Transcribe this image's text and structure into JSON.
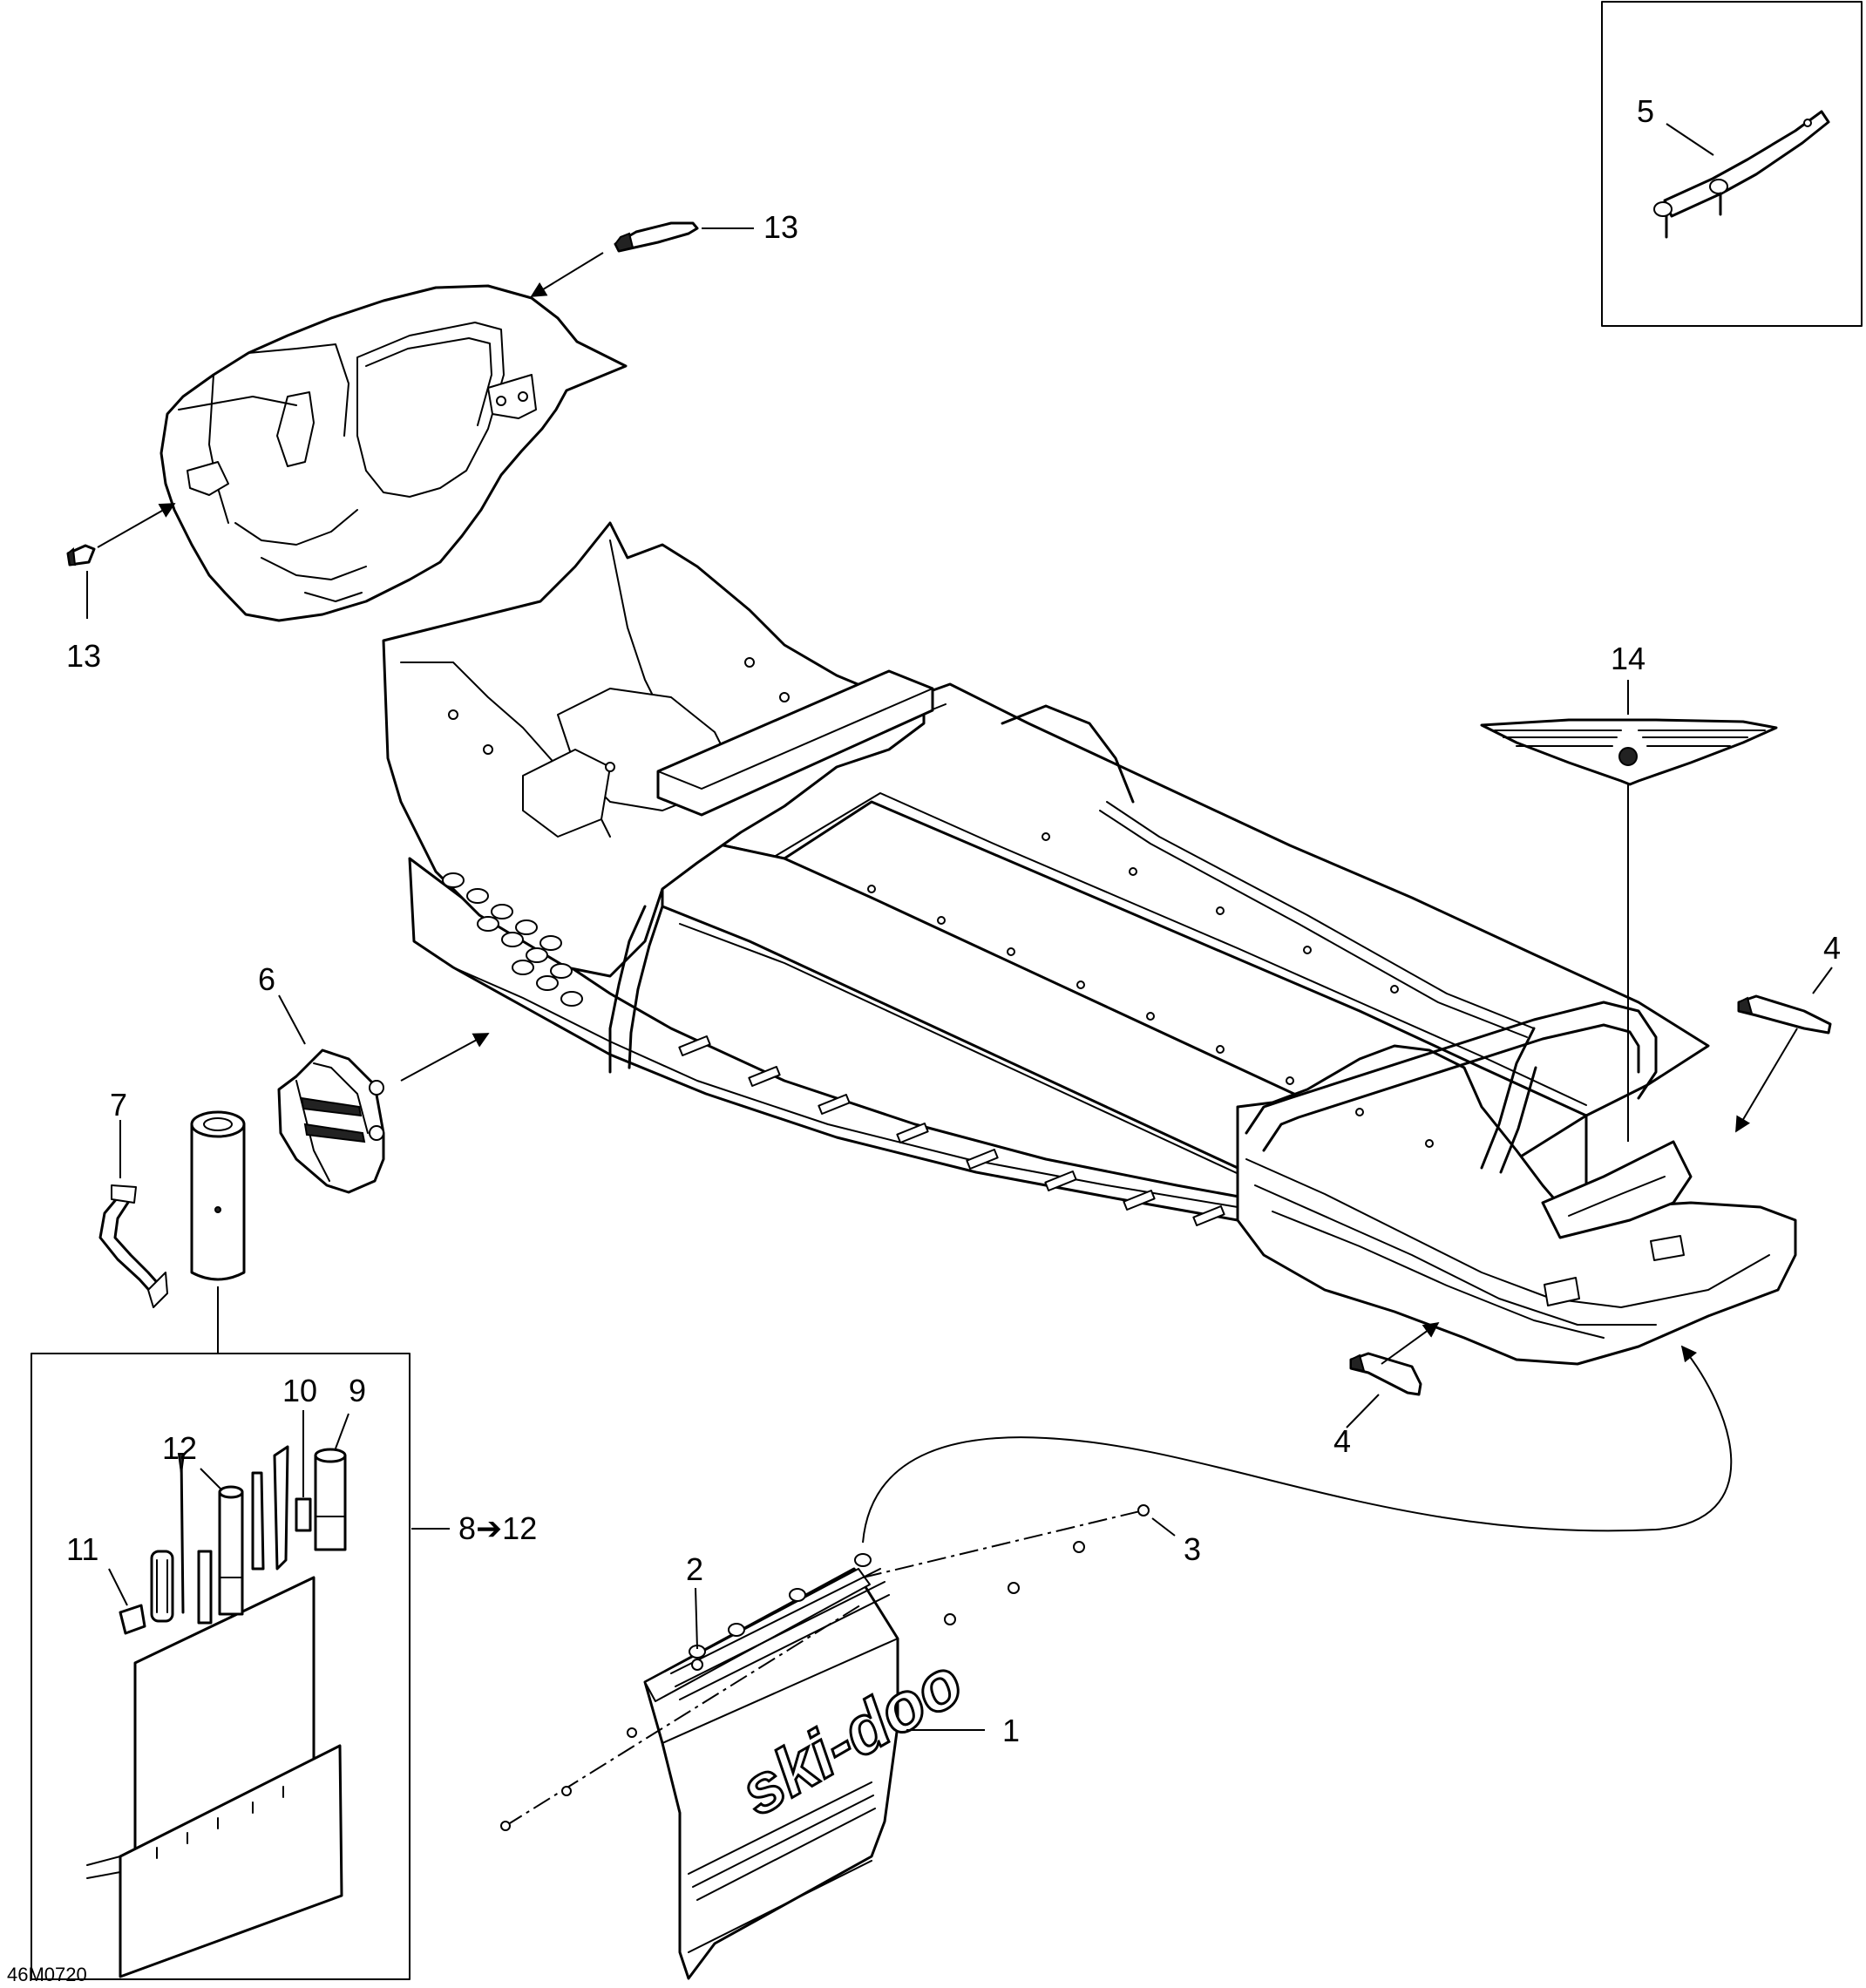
{
  "callouts": {
    "c1": "1",
    "c2": "2",
    "c3": "3",
    "c4a": "4",
    "c4b": "4",
    "c5": "5",
    "c6": "6",
    "c7": "7",
    "c8_12": "8➔12",
    "c9": "9",
    "c10": "10",
    "c11": "11",
    "c12": "12",
    "c13a": "13",
    "c13b": "13",
    "c14": "14"
  },
  "drawing_code": "46M0720",
  "logo_text": "ski-doo"
}
